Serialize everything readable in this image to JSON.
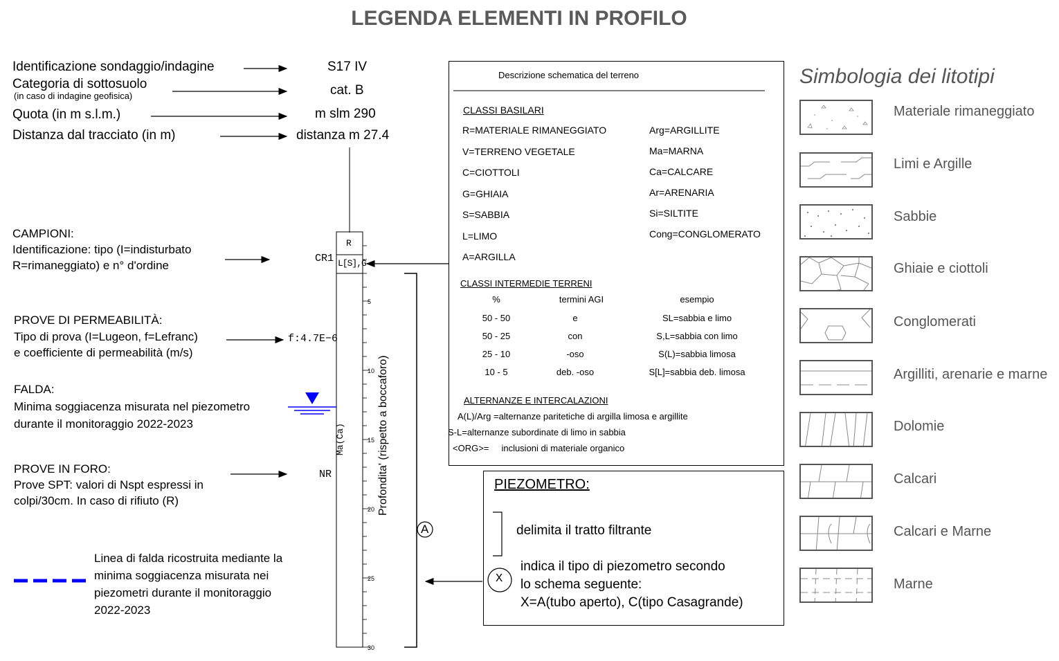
{
  "title": "LEGENDA ELEMENTI IN PROFILO",
  "left": {
    "id_label": "Identificazione sondaggio/indagine",
    "cat_label": "Categoria di sottosuolo",
    "cat_note": "(in caso di indagine geofisica)",
    "quota_label": "Quota (in m s.l.m.)",
    "dist_label": "Distanza dal tracciato (in m)",
    "campioni_title": "CAMPIONI:",
    "campioni_l1": "Identificazione: tipo (I=indisturbato",
    "campioni_l2": "R=rimaneggiato) e n° d'ordine",
    "perm_title": "PROVE DI PERMEABILITÀ:",
    "perm_l1": "Tipo di prova (I=Lugeon, f=Lefranc)",
    "perm_l2": "e coefficiente di permeabilità (m/s)",
    "falda_title": "FALDA:",
    "falda_l1": "Minima soggiacenza misurata nel piezometro",
    "falda_l2": "durante il monitoraggio 2022-2023",
    "foro_title": "PROVE IN FORO:",
    "foro_l1": "Prove SPT: valori di Nspt espressi in",
    "foro_l2": "colpi/30cm. In caso di rifiuto (R)",
    "line_l1": "Linea di falda ricostruita mediante la",
    "line_l2": "minima soggiacenza misurata nei",
    "line_l3": "piezometri durante il monitoraggio",
    "line_l4": "2022-2023"
  },
  "borehole": {
    "id": "S17 IV",
    "category": "cat. B",
    "quota": "m slm 290",
    "distance": "distanza m 27.4",
    "sample_code": "CR1",
    "top_label": "R",
    "soil_label": "L[S],G",
    "perm_value": "f:4.7E−6",
    "spt_value": "NR",
    "lithology_label": "Ma(Ca)",
    "depth_axis_label": "Profondita' (rispetto a boccaforo)",
    "depth_ticks": [
      "5",
      "10",
      "15",
      "20",
      "25",
      "30"
    ],
    "piezo_type": "A"
  },
  "description": {
    "header": "Descrizione schematica del terreno",
    "base_title": "CLASSI BASILARI",
    "base_left": [
      "R=MATERIALE RIMANEGGIATO",
      "V=TERRENO VEGETALE",
      "C=CIOTTOLI",
      "G=GHIAIA",
      "S=SABBIA",
      "L=LIMO",
      "A=ARGILLA"
    ],
    "base_right": [
      "Arg=ARGILLITE",
      "Ma=MARNA",
      "Ca=CALCARE",
      "Ar=ARENARIA",
      "Si=SILTITE",
      "Cong=CONGLOMERATO"
    ],
    "inter_title": "CLASSI INTERMEDIE TERRENI",
    "inter_headers": [
      "%",
      "termini AGI",
      "esempio"
    ],
    "inter_rows": [
      [
        "50 - 50",
        "e",
        "SL=sabbia e limo"
      ],
      [
        "50 - 25",
        "con",
        "S,L=sabbia con limo"
      ],
      [
        "25 - 10",
        "-oso",
        "S(L)=sabbia limosa"
      ],
      [
        "10 - 5",
        "deb. -oso",
        "S[L]=sabbia deb. limosa"
      ]
    ],
    "alt_title": "ALTERNANZE E INTERCALAZIONI",
    "alt_lines": [
      "A(L)/Arg =alternanze paritetiche di argilla limosa e argillite",
      "S-L=alternanze subordinate di limo in sabbia",
      "<ORG>=     inclusioni di materiale organico"
    ]
  },
  "piezometro": {
    "title": "PIEZOMETRO:",
    "filter_text": "delimita il tratto filtrante",
    "symbol": "X",
    "type_l1": "indica il tipo di piezometro secondo",
    "type_l2": "lo schema seguente:",
    "type_l3": "X=A(tubo aperto), C(tipo Casagrande)"
  },
  "simbologia": {
    "title": "Simbologia dei litotipi",
    "items": [
      "Materiale rimaneggiato",
      "Limi e Argille",
      "Sabbie",
      "Ghiaie e ciottoli",
      "Conglomerati",
      "Argilliti, arenarie e marne",
      "Dolomie",
      "Calcari",
      "Calcari e Marne",
      "Marne"
    ]
  },
  "colors": {
    "water": "#0000ff",
    "title": "#5a5a5a",
    "legend_text": "#555555"
  }
}
